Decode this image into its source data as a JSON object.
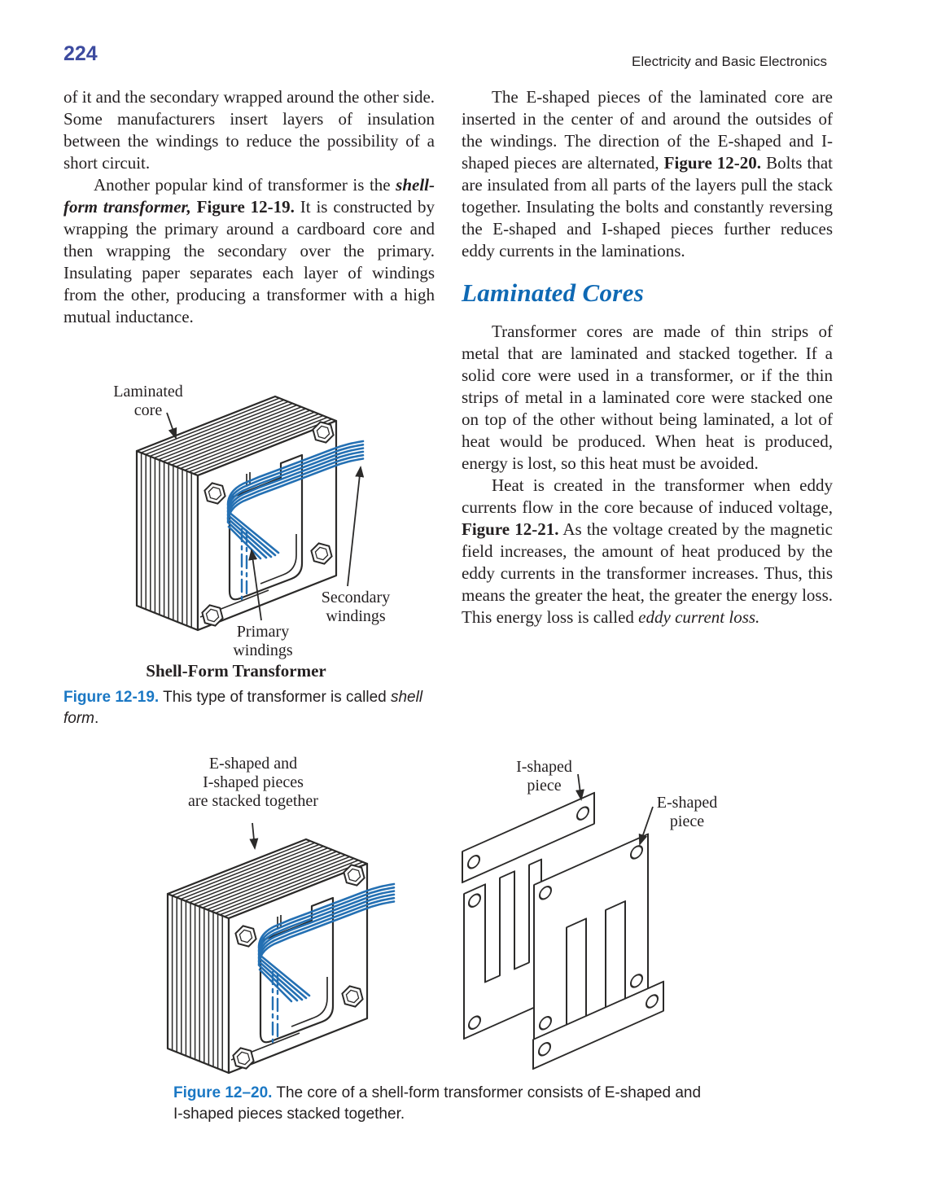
{
  "header": {
    "page_number": "224",
    "running_head": "Electricity and Basic Electronics"
  },
  "left_column": {
    "para1": "of it and the secondary wrapped around the other side. Some manufacturers insert layers of insulation between the windings to reduce the possibility of a short circuit.",
    "para2": {
      "lead": "Another popular kind of transformer is the ",
      "emph": "shell-form transformer,",
      "figref": " Figure 12-19.",
      "rest": " It is constructed by wrapping the primary around a cardboard core and then wrapping the secondary over the primary. Insulating paper separates each layer of windings from the other, producing a transformer with a high mutual inductance."
    }
  },
  "right_column": {
    "para1": {
      "lead": "The E-shaped pieces of the laminated core are inserted in the center of and around the outsides of the windings. The direction of the E-shaped and I-shaped pieces are alternated, ",
      "figref": "Figure 12-20.",
      "rest": " Bolts that are insulated from all parts of the layers pull the stack together. Insulating the bolts and constantly reversing the E-shaped and I-shaped pieces further reduces eddy currents in the laminations."
    },
    "heading": "Laminated Cores",
    "para2": "Transformer cores are made of thin strips of metal that are laminated and stacked together. If a solid core were used in a transformer, or if the thin strips of metal in a laminated core were stacked one on top of the other without being laminated, a lot of heat would be produced. When heat is produced, energy is lost, so this heat must be avoided.",
    "para3": {
      "lead": "Heat is created in the transformer when eddy currents flow in the core because of induced voltage, ",
      "figref": "Figure 12-21.",
      "mid": " As the voltage created by the magnetic field increases, the amount of heat produced by the eddy currents in the transformer increases. Thus, this means the greater the heat, the greater the energy loss. This energy loss is called ",
      "emph": "eddy current loss."
    }
  },
  "figure_12_19": {
    "label_laminated_core": "Laminated\ncore",
    "label_secondary": "Secondary\nwindings",
    "label_primary": "Primary\nwindings",
    "subtitle": "Shell-Form Transformer",
    "caption_label": "Figure 12-19.",
    "caption_text": " This type of transformer is called ",
    "caption_emph": "shell form",
    "caption_end": "."
  },
  "figure_12_20": {
    "label_stacked": "E-shaped and\nI-shaped pieces\nare stacked together",
    "label_i_piece": "I-shaped\npiece",
    "label_e_piece": "E-shaped\npiece",
    "caption_label": "Figure 12–20.",
    "caption_text": " The core of a shell-form transformer consists of E-shaped and I-shaped pieces stacked together."
  },
  "colors": {
    "page_number_blue": "#3d4b9f",
    "heading_blue": "#0f69b4",
    "figure_label_blue": "#1b78c4",
    "wire_blue": "#2470b3",
    "ink": "#2b2a29"
  }
}
